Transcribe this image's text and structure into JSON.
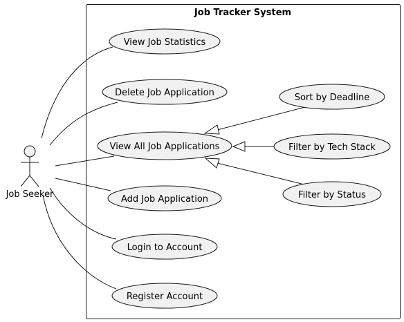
{
  "diagram": {
    "system_title": "Job Tracker System",
    "actor": {
      "label": "Job Seeker"
    },
    "use_cases": [
      {
        "id": "view-job-statistics",
        "label": "View Job Statistics"
      },
      {
        "id": "delete-job-application",
        "label": "Delete Job Application"
      },
      {
        "id": "view-all-job-applications",
        "label": "View All Job Applications"
      },
      {
        "id": "add-job-application",
        "label": "Add Job Application"
      },
      {
        "id": "login-to-account",
        "label": "Login to Account"
      },
      {
        "id": "register-account",
        "label": "Register Account"
      },
      {
        "id": "sort-by-deadline",
        "label": "Sort by Deadline"
      },
      {
        "id": "filter-by-tech-stack",
        "label": "Filter by Tech Stack"
      },
      {
        "id": "filter-by-status",
        "label": "Filter by Status"
      }
    ],
    "associations": [
      {
        "from": "actor",
        "to": "view-job-statistics"
      },
      {
        "from": "actor",
        "to": "delete-job-application"
      },
      {
        "from": "actor",
        "to": "view-all-job-applications"
      },
      {
        "from": "actor",
        "to": "add-job-application"
      },
      {
        "from": "actor",
        "to": "login-to-account"
      },
      {
        "from": "actor",
        "to": "register-account"
      }
    ],
    "generalizations": [
      {
        "child": "sort-by-deadline",
        "parent": "view-all-job-applications"
      },
      {
        "child": "filter-by-tech-stack",
        "parent": "view-all-job-applications"
      },
      {
        "child": "filter-by-status",
        "parent": "view-all-job-applications"
      }
    ],
    "colors": {
      "usecase_fill": "#f1f1f1",
      "stroke": "#181818",
      "background": "#ffffff"
    }
  }
}
